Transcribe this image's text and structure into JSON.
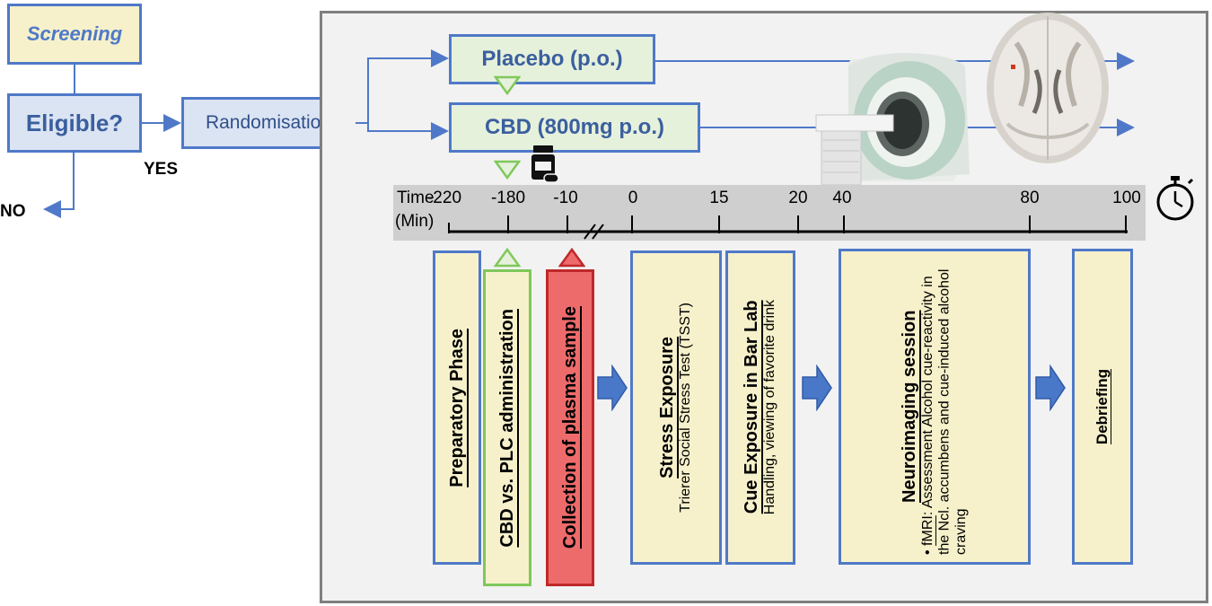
{
  "flow": {
    "screening": "Screening",
    "eligible": "Eligible?",
    "yes": "YES",
    "no": "NO",
    "randomisation": "Randomisation",
    "placebo": "Placebo (p.o.)",
    "cbd": "CBD (800mg p.o.)"
  },
  "timeline": {
    "time_label": "Time",
    "min_label": "(Min)",
    "ticks": [
      "-220",
      "-180",
      "-10",
      "0",
      "15",
      "20",
      "40",
      "80",
      "100"
    ]
  },
  "phases": {
    "preparatory": "Preparatory Phase",
    "administration": "CBD vs. PLC administration",
    "plasma": "Collection of plasma sample",
    "stress_title": "Stress Exposure",
    "stress_sub": "Trierer Social Stress Test (TSST)",
    "cue_title": "Cue Exposure in Bar Lab",
    "cue_sub": "Handling, viewing of favorite drink",
    "neuro_title": "Neuroimaging session",
    "neuro_sub_underline": "fMRI",
    "neuro_sub": ": Assessment Alcohol cue-reactivity in the Ncl. accumbens and cue-induced alcohol craving",
    "debriefing": "Debriefing"
  },
  "icons": {
    "pill": "pill-bottle-icon",
    "stopwatch": "stopwatch-icon",
    "mri": "mri-scanner-image",
    "brain": "brain-slice-image"
  },
  "colors": {
    "blue_border": "#4f79c8",
    "beige": "#f6f1cb",
    "green": "#7fc85a",
    "red_fill": "#ee6b6b",
    "red_border": "#c0282a",
    "arrow": "#4a78c8"
  }
}
